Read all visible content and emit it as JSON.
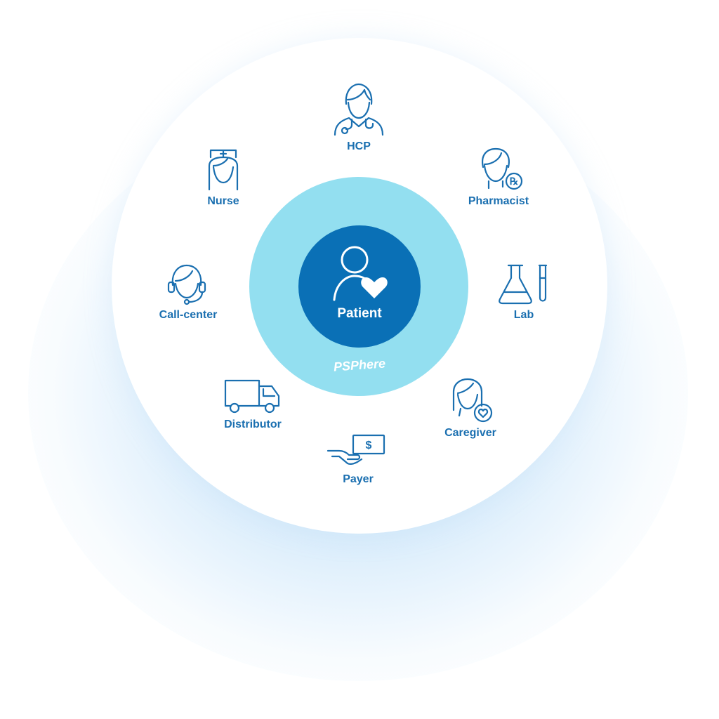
{
  "center": {
    "label": "Patient",
    "icon": "person-heart-icon",
    "ring_label": "PSPhere"
  },
  "nodes": [
    {
      "key": "hcp",
      "label": "HCP",
      "icon": "doctor-icon"
    },
    {
      "key": "pharmacist",
      "label": "Pharmacist",
      "icon": "pharmacist-rx-icon"
    },
    {
      "key": "lab",
      "label": "Lab",
      "icon": "lab-flask-icon"
    },
    {
      "key": "caregiver",
      "label": "Caregiver",
      "icon": "caregiver-heart-icon"
    },
    {
      "key": "payer",
      "label": "Payer",
      "icon": "hand-money-icon"
    },
    {
      "key": "distributor",
      "label": "Distributor",
      "icon": "truck-icon"
    },
    {
      "key": "call_center",
      "label": "Call-center",
      "icon": "headset-agent-icon"
    },
    {
      "key": "nurse",
      "label": "Nurse",
      "icon": "nurse-icon"
    }
  ],
  "colors": {
    "primary": "#1a6fb0",
    "core": "#0a70b6",
    "ring": "#93dff0",
    "glow": "#d6eafb"
  }
}
